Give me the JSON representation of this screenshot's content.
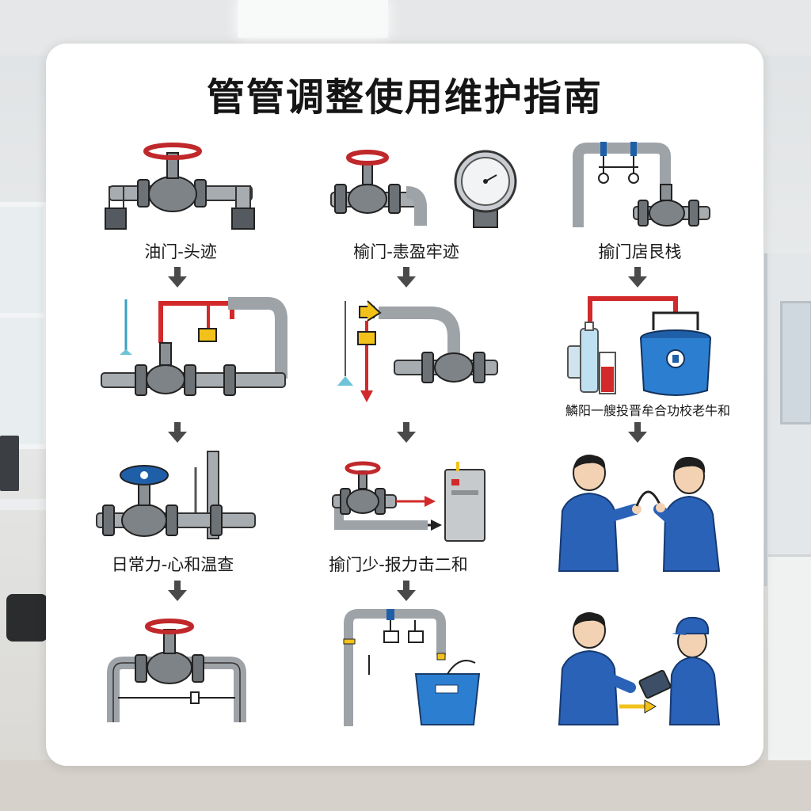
{
  "title": "管管调整使用维护指南",
  "columns": [
    {
      "labels": [
        "油门-头迹",
        "",
        "日常力-心和温查",
        ""
      ]
    },
    {
      "labels": [
        "榆门-恚盈牢迹",
        "",
        "揄门少-报力击二和",
        ""
      ]
    },
    {
      "labels": [
        "揄门扂艮栈",
        "鱗阳一艘投晋牟合功校老牛和",
        "",
        ""
      ]
    }
  ],
  "colors": {
    "pipe": "#9ea3a8",
    "pipe_dark": "#555a60",
    "valve_wheel_red": "#c0282b",
    "valve_wheel_blue": "#1f5fa8",
    "accent_red": "#d22a2a",
    "accent_yellow": "#f2c21a",
    "bucket_blue": "#2c7fd0",
    "uniform_blue": "#2a62b8",
    "arrow": "#4a4a4a"
  },
  "icons": [
    "valve-icon",
    "pressure-gauge-icon",
    "bucket-icon",
    "technician-icon",
    "down-arrow-icon",
    "tablet-icon"
  ]
}
